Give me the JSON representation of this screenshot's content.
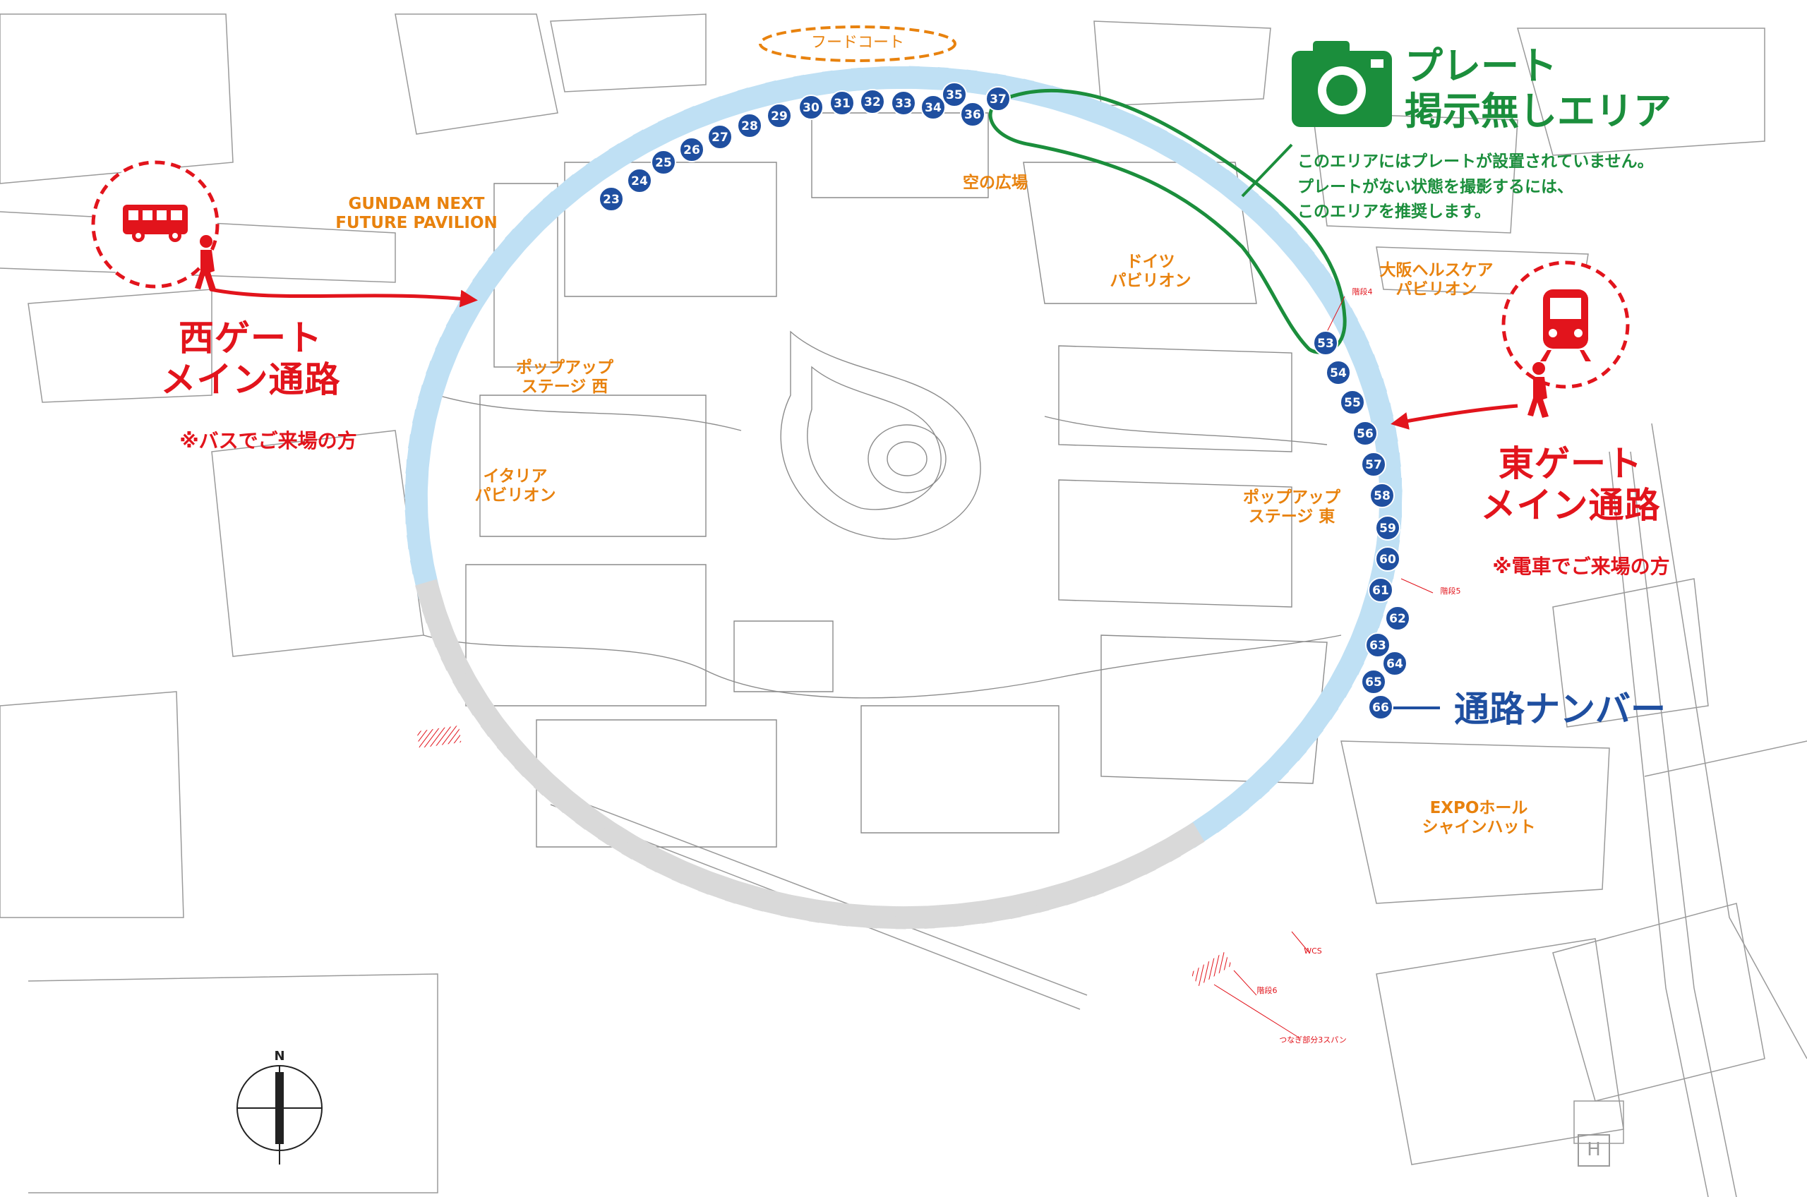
{
  "labels": {
    "food_court": "フードコート",
    "gundam": "GUNDAM NEXT\nFUTURE PAVILION",
    "sky_plaza": "空の広場",
    "germany": "ドイツ\nパビリオン",
    "osaka": "大阪ヘルスケア\nパビリオン",
    "popup_west": "ポップアップ\nステージ 西",
    "italy": "イタリア\nパビリオン",
    "popup_east": "ポップアップ\nステージ 東",
    "expo_hall": "EXPOホール\nシャインハット",
    "west_gate": "西ゲート\nメイン通路",
    "west_note": "※バスでご来場の方",
    "east_gate": "東ゲート\nメイン通路",
    "east_note": "※電車でご来場の方",
    "no_plate_title": "プレート\n掲示無しエリア",
    "no_plate_note": "このエリアにはプレートが設置されていません。\nプレートがない状態を撮影するには、\nこのエリアを推奨します。",
    "passage_number": "通路ナンバー",
    "stairs4": "階段4",
    "stairs5": "階段5",
    "stairs6": "階段6",
    "wcs": "WCS",
    "joint": "つなぎ部分3スパン",
    "north": "N",
    "heliport": "H"
  },
  "passage_numbers_north": [
    "23",
    "24",
    "25",
    "26",
    "27",
    "28",
    "29",
    "30",
    "31",
    "32",
    "33",
    "34",
    "35",
    "36",
    "37"
  ],
  "passage_numbers_east": [
    "53",
    "54",
    "55",
    "56",
    "57",
    "58",
    "59",
    "60",
    "61",
    "62",
    "63",
    "64",
    "65",
    "66"
  ],
  "icons": [
    "bus-icon",
    "train-icon",
    "walking-person-icon",
    "camera-icon",
    "compass-icon"
  ],
  "colors": {
    "ring_blue": "#bfe0f4",
    "ring_gray": "#d9d9d9",
    "badge_blue": "#1f4fa0",
    "gate_red": "#e2141c",
    "no_plate_green": "#1b8e3c",
    "pavilion_orange": "#e8820e"
  }
}
